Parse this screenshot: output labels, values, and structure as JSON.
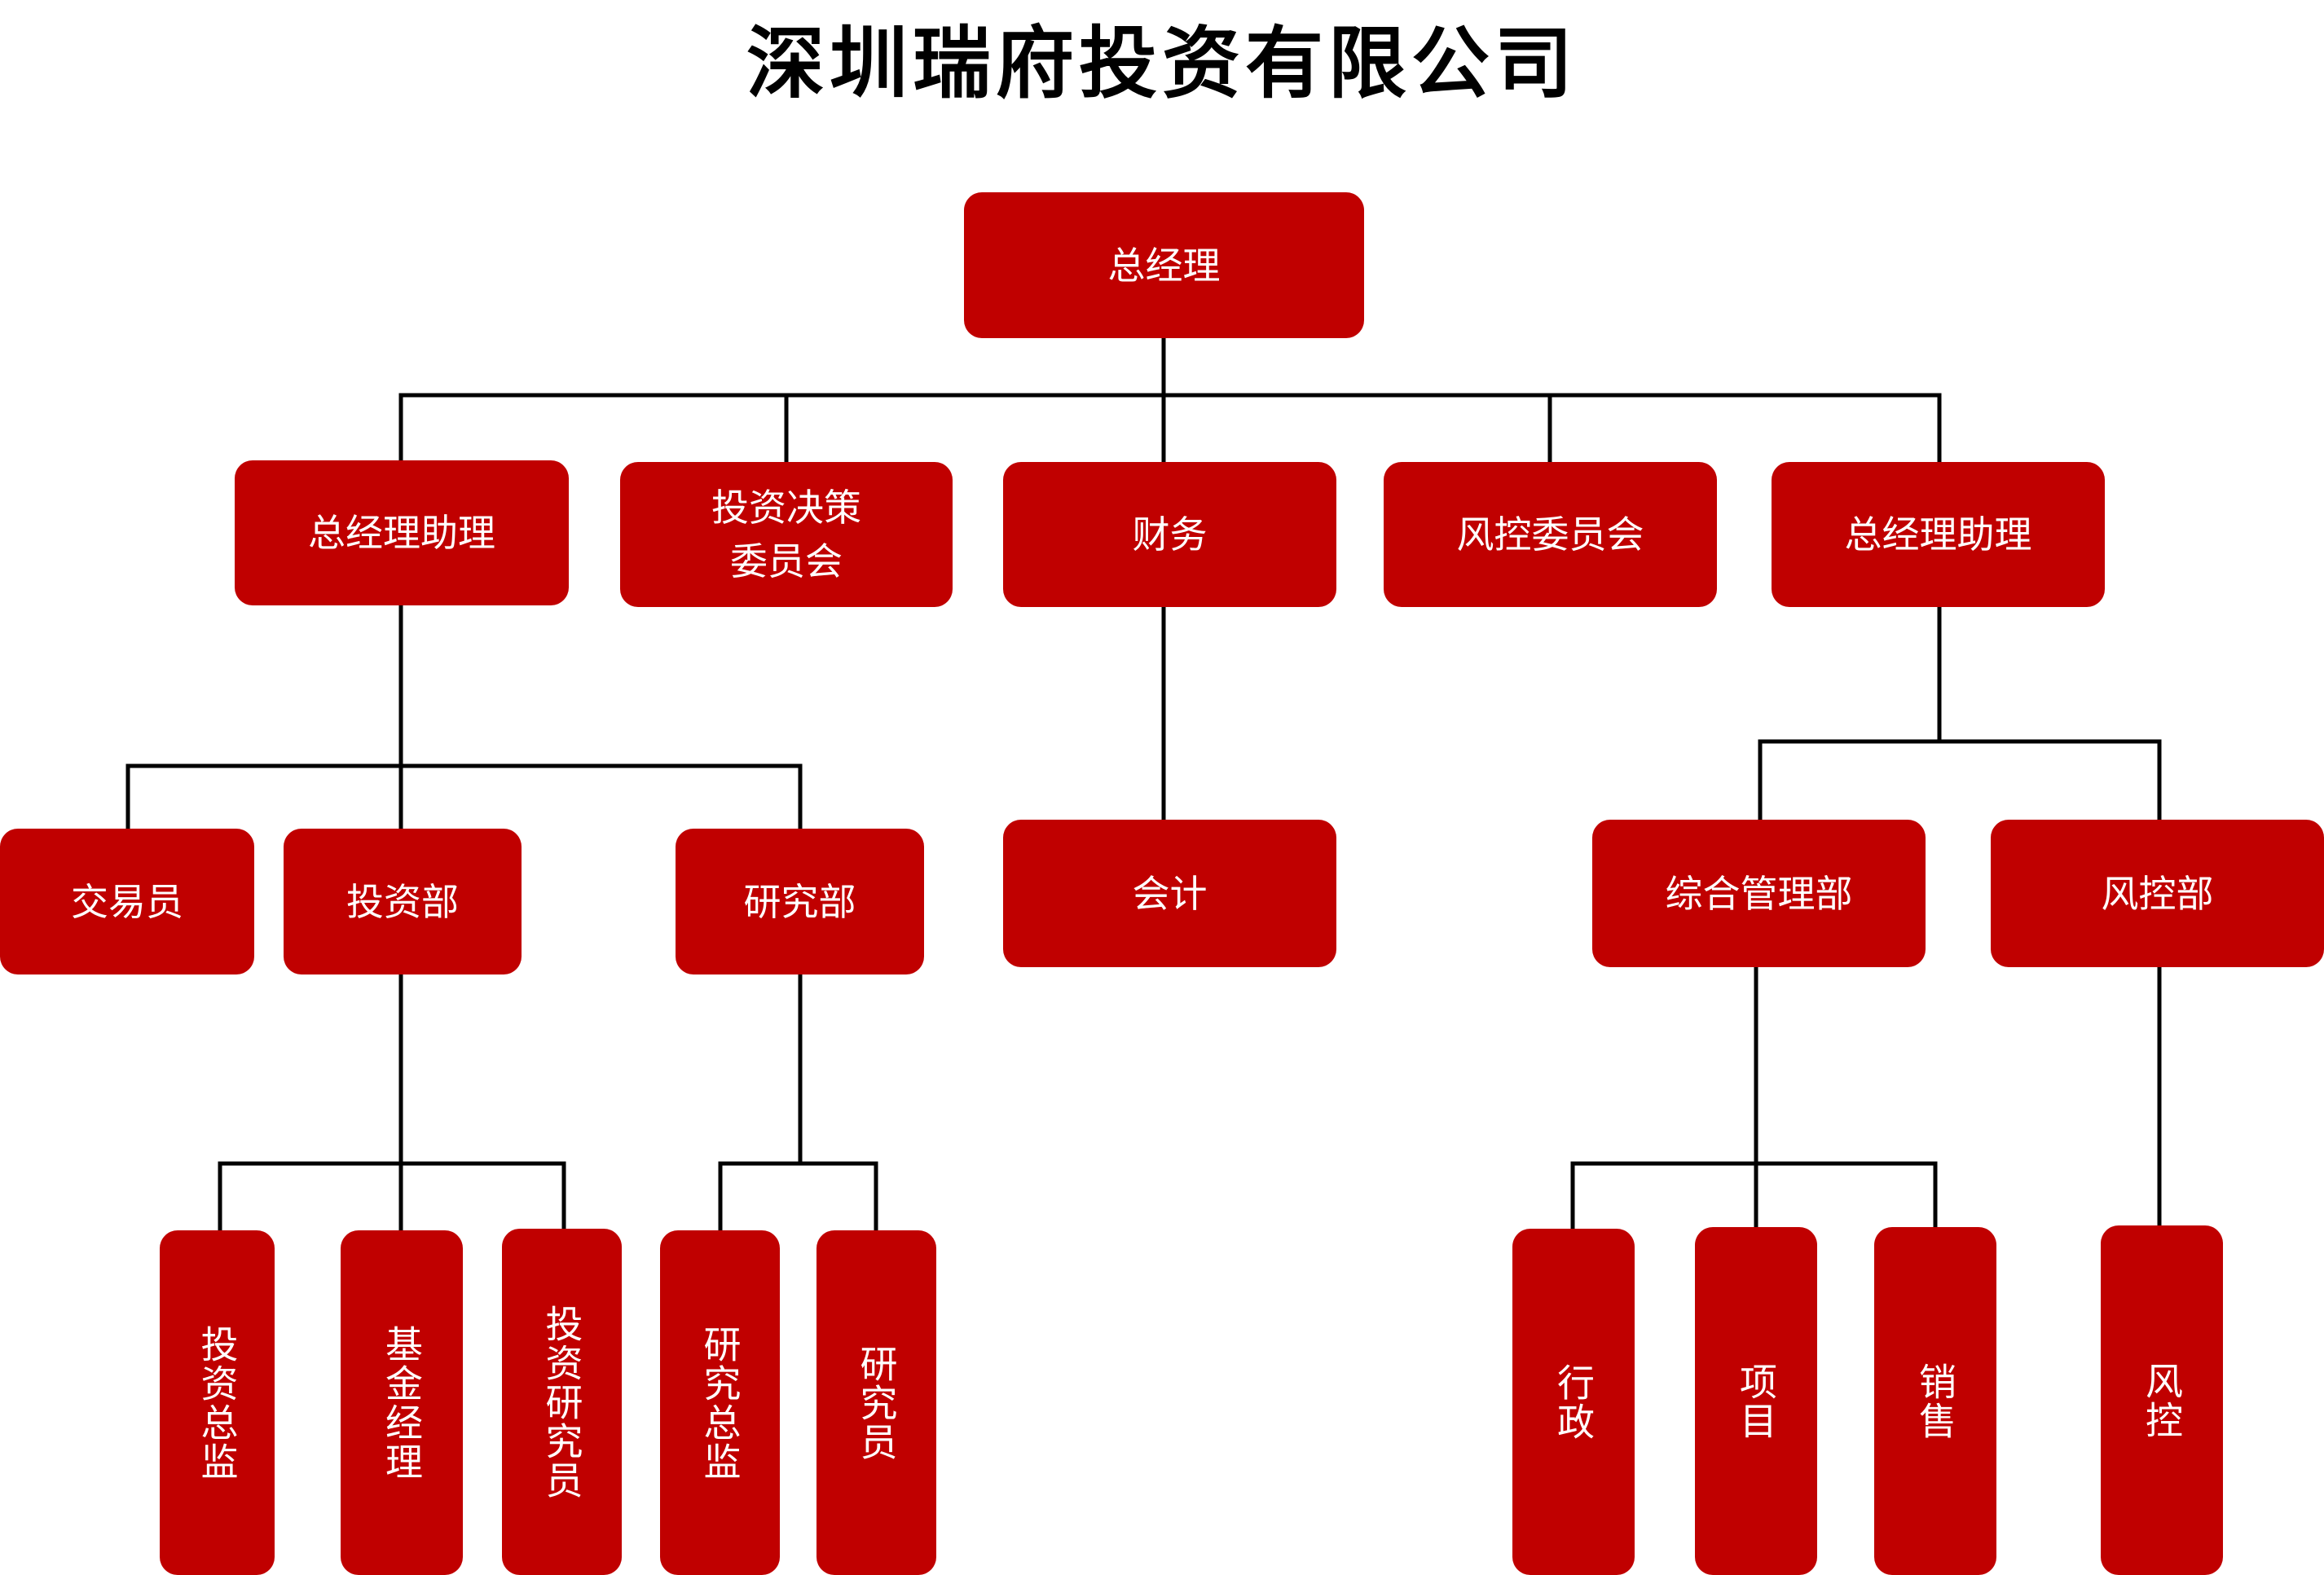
{
  "title": "深圳瑞府投资有限公司",
  "colors": {
    "node": "#c00000",
    "line": "#000000",
    "text": "#ffffff"
  },
  "nodes": {
    "gm": "总经理",
    "assistant_left": "总经理助理",
    "investment_committee": "投资决策\n委员会",
    "finance": "财务",
    "risk_committee": "风控委员会",
    "assistant_right": "总经理助理",
    "trader": "交易员",
    "investment_dept": "投资部",
    "research_dept": "研究部",
    "accountant": "会计",
    "general_mgmt_dept": "综合管理部",
    "risk_dept": "风控部",
    "investment_director": "投资总监",
    "fund_manager": "基金经理",
    "investment_researcher": "投资研究员",
    "research_director": "研究总监",
    "researcher": "研究员",
    "administration": "行政",
    "projects": "项目",
    "sales": "销售",
    "risk_control": "风控"
  }
}
